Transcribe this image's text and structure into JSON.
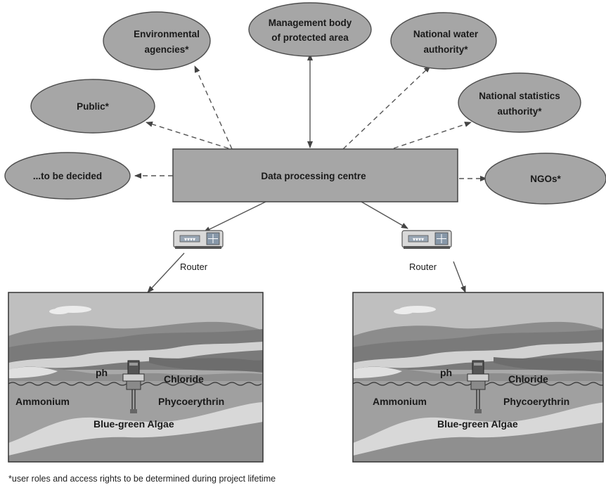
{
  "nodes": [
    {
      "id": "environmental",
      "lines": [
        "Environmental",
        "agencies*"
      ]
    },
    {
      "id": "management",
      "lines": [
        "Management body",
        "of protected area"
      ]
    },
    {
      "id": "water",
      "lines": [
        "National water",
        "authority*"
      ]
    },
    {
      "id": "public",
      "lines": [
        "Public*"
      ]
    },
    {
      "id": "statistics",
      "lines": [
        "National statistics",
        "authority*"
      ]
    },
    {
      "id": "tbd",
      "lines": [
        "...to be decided"
      ]
    },
    {
      "id": "ngos",
      "lines": [
        "NGOs*"
      ]
    }
  ],
  "centre": {
    "label": "Data processing centre"
  },
  "routers": [
    {
      "label": "Router"
    },
    {
      "label": "Router"
    }
  ],
  "scenes": [
    {
      "labels": {
        "ph": "ph",
        "chloride": "Chloride",
        "ammonium": "Ammonium",
        "phyco": "Phycoerythrin",
        "algae": "Blue-green Algae"
      }
    },
    {
      "labels": {
        "ph": "ph",
        "chloride": "Chloride",
        "ammonium": "Ammonium",
        "phyco": "Phycoerythrin",
        "algae": "Blue-green Algae"
      }
    }
  ],
  "footnote": "*user roles and access rights to be determined during project lifetime"
}
